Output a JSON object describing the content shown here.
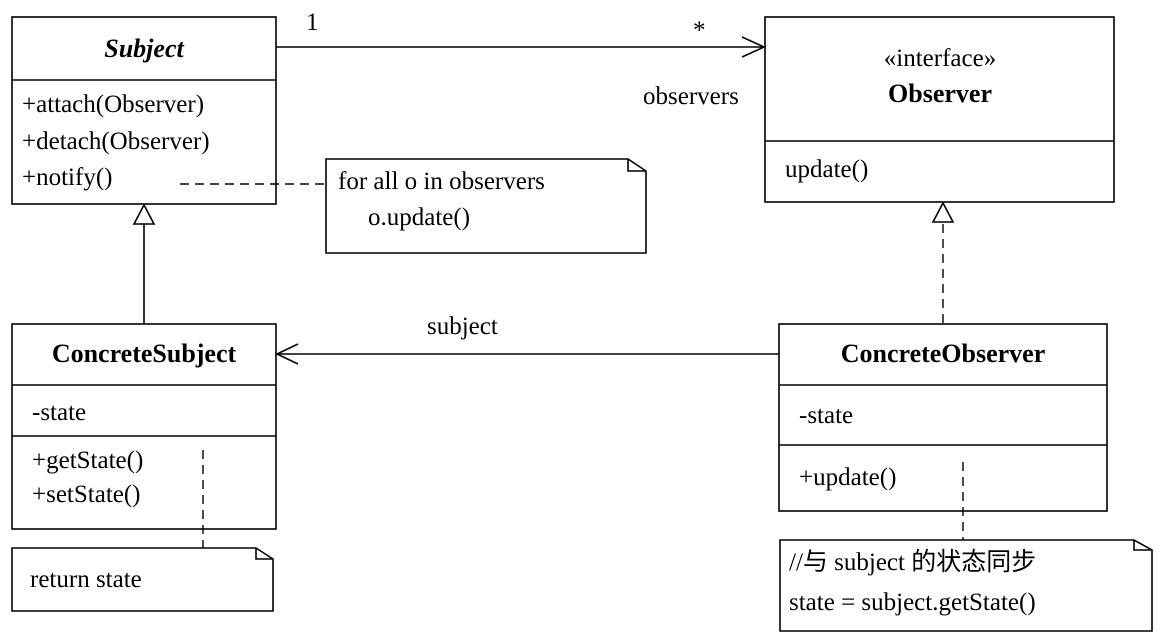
{
  "subject": {
    "name": "Subject",
    "operations": [
      "+attach(Observer)",
      "+detach(Observer)",
      "+notify()"
    ]
  },
  "observer": {
    "stereotype": "«interface»",
    "name": "Observer",
    "operations": [
      "update()"
    ]
  },
  "concrete_subject": {
    "name": "ConcreteSubject",
    "attributes": [
      "-state"
    ],
    "operations": [
      "+getState()",
      "+setState()"
    ]
  },
  "concrete_observer": {
    "name": "ConcreteObserver",
    "attributes": [
      "-state"
    ],
    "operations": [
      "+update()"
    ]
  },
  "association_observers": {
    "source_multiplicity": "1",
    "target_multiplicity": "*",
    "role": "observers"
  },
  "association_subject": {
    "role": "subject"
  },
  "notes": {
    "notify": [
      "for all o in observers",
      "o.update()"
    ],
    "get_state": [
      "return state"
    ],
    "update": [
      "//与 subject 的状态同步",
      "state = subject.getState()"
    ]
  }
}
